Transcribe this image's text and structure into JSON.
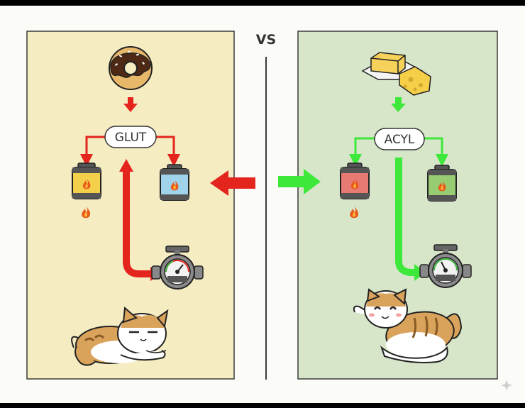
{
  "divider_label": "VS",
  "left_panel": {
    "bg": "#f5ecc2",
    "transporter_label": "GLUT",
    "arrow_color": "#e3251d"
  },
  "right_panel": {
    "bg": "#d7e6c9",
    "transporter_label": "ACYL",
    "arrow_color": "#3ee83b"
  },
  "icons": {
    "left_food": "donut-icon",
    "right_food": "butter-cheese-icon",
    "fuel": "fuel-tank-icon",
    "flame": "flame-icon",
    "meter": "gauge-valve-icon",
    "left_mascot": "sleepy-cat-icon",
    "right_mascot": "happy-cat-icon"
  }
}
